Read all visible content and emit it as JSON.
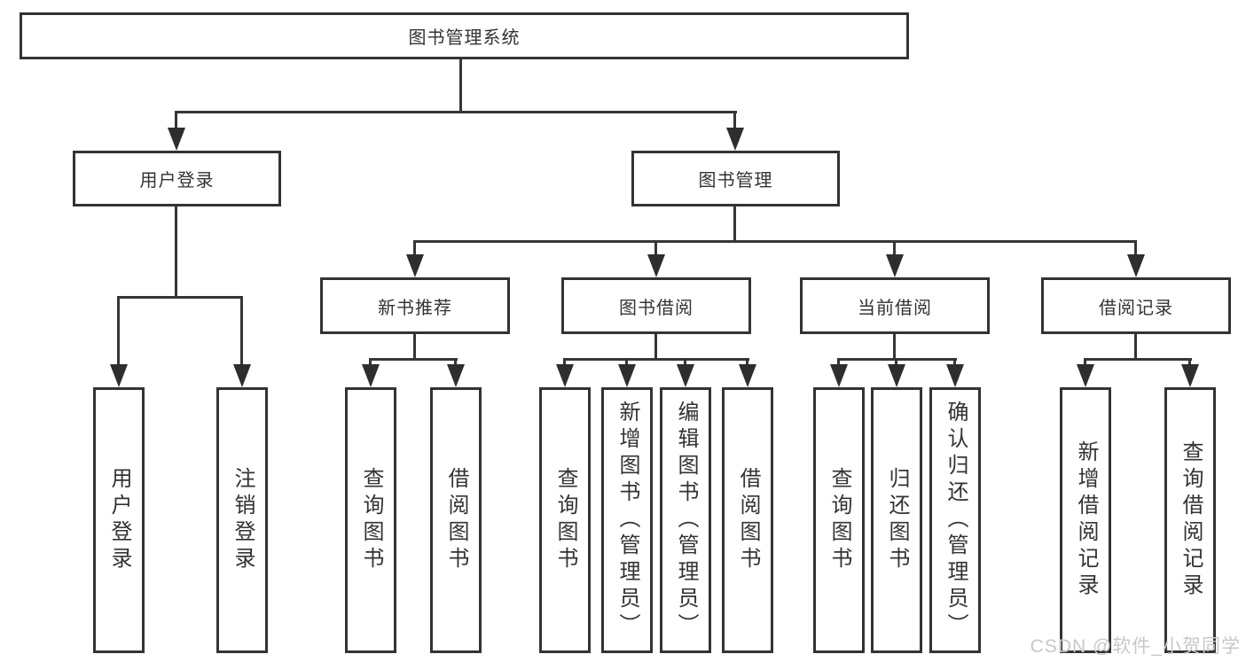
{
  "diagram": {
    "type": "hierarchy-tree",
    "root": {
      "label": "图书管理系统"
    },
    "branches": [
      {
        "label": "用户登录",
        "children": [
          "用户登录",
          "注销登录"
        ]
      },
      {
        "label": "图书管理",
        "sections": [
          {
            "label": "新书推荐",
            "children": [
              "查询图书",
              "借阅图书"
            ]
          },
          {
            "label": "图书借阅",
            "children": [
              "查询图书",
              "新增图书（管理员）",
              "编辑图书（管理员）",
              "借阅图书"
            ]
          },
          {
            "label": "当前借阅",
            "children": [
              "查询图书",
              "归还图书",
              "确认归还（管理员）"
            ]
          },
          {
            "label": "借阅记录",
            "children": [
              "新增借阅记录",
              "查询借阅记录"
            ]
          }
        ]
      }
    ]
  },
  "watermark": {
    "text": "CSDN @软件_小贺同学",
    "color": "#c8c8c8"
  },
  "colors": {
    "line": "#363636",
    "box_border": "#333333",
    "text": "#333333",
    "background": "#ffffff"
  }
}
